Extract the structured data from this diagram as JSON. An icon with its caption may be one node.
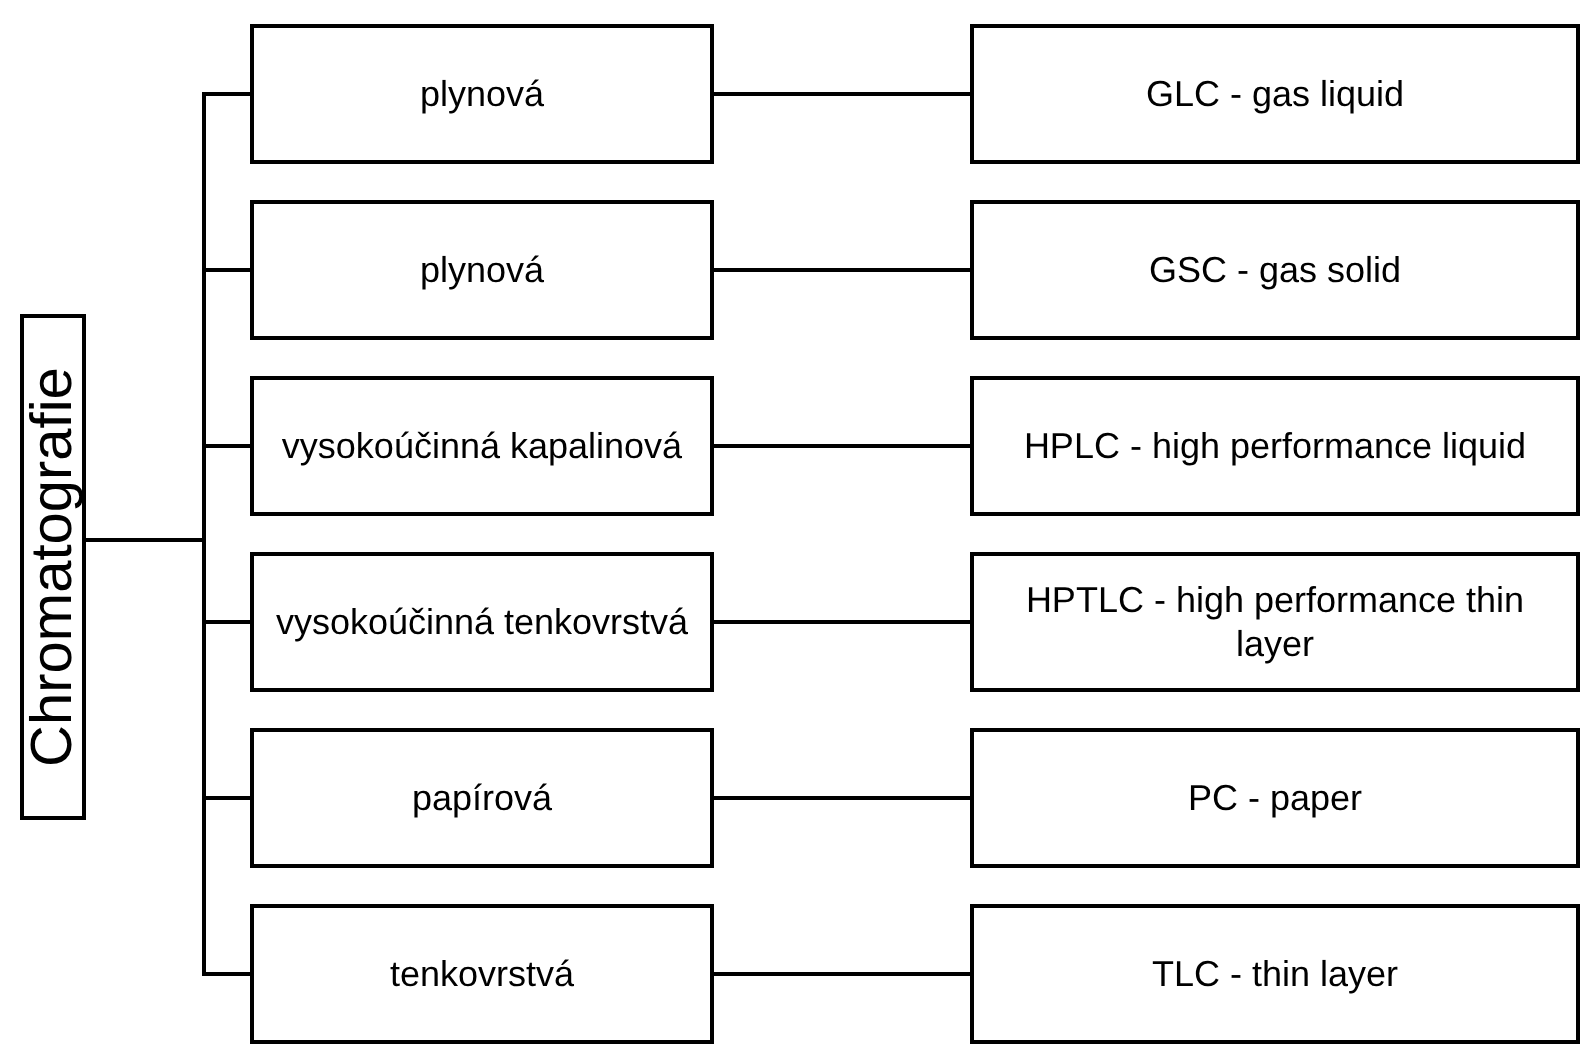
{
  "diagram": {
    "nodes": [
      {
        "text": [
          "Chromatografie"
        ]
      },
      {
        "text": [
          "plynová"
        ]
      },
      {
        "text": [
          "GLC - gas liquid"
        ]
      },
      {
        "text": [
          "plynová"
        ]
      },
      {
        "text": [
          "GSC - gas solid"
        ]
      },
      {
        "text": [
          "vysokoúčinná kapalinová"
        ]
      },
      {
        "text": [
          "HPLC - high performance liquid"
        ]
      },
      {
        "text": [
          "vysokoúčinná tenkovrstvá"
        ]
      },
      {
        "text": [
          "HPTLC - high performance thin layer"
        ]
      },
      {
        "text": [
          "papírová"
        ]
      },
      {
        "text": [
          "PC - paper"
        ]
      },
      {
        "text": [
          "tenkovrstvá"
        ]
      },
      {
        "text": [
          "TLC - thin layer"
        ]
      }
    ],
    "edges": [
      {
        "from": 0,
        "to": 1,
        "arrow": "none"
      },
      {
        "from": 0,
        "to": 3,
        "arrow": "none"
      },
      {
        "from": 0,
        "to": 5,
        "arrow": "none"
      },
      {
        "from": 0,
        "to": 7,
        "arrow": "none"
      },
      {
        "from": 0,
        "to": 9,
        "arrow": "none"
      },
      {
        "from": 0,
        "to": 11,
        "arrow": "none"
      },
      {
        "from": 1,
        "to": 2,
        "arrow": "none"
      },
      {
        "from": 3,
        "to": 4,
        "arrow": "none"
      },
      {
        "from": 5,
        "to": 6,
        "arrow": "none"
      },
      {
        "from": 7,
        "to": 8,
        "arrow": "none"
      },
      {
        "from": 9,
        "to": 10,
        "arrow": "none"
      },
      {
        "from": 11,
        "to": 12,
        "arrow": "none"
      }
    ]
  }
}
